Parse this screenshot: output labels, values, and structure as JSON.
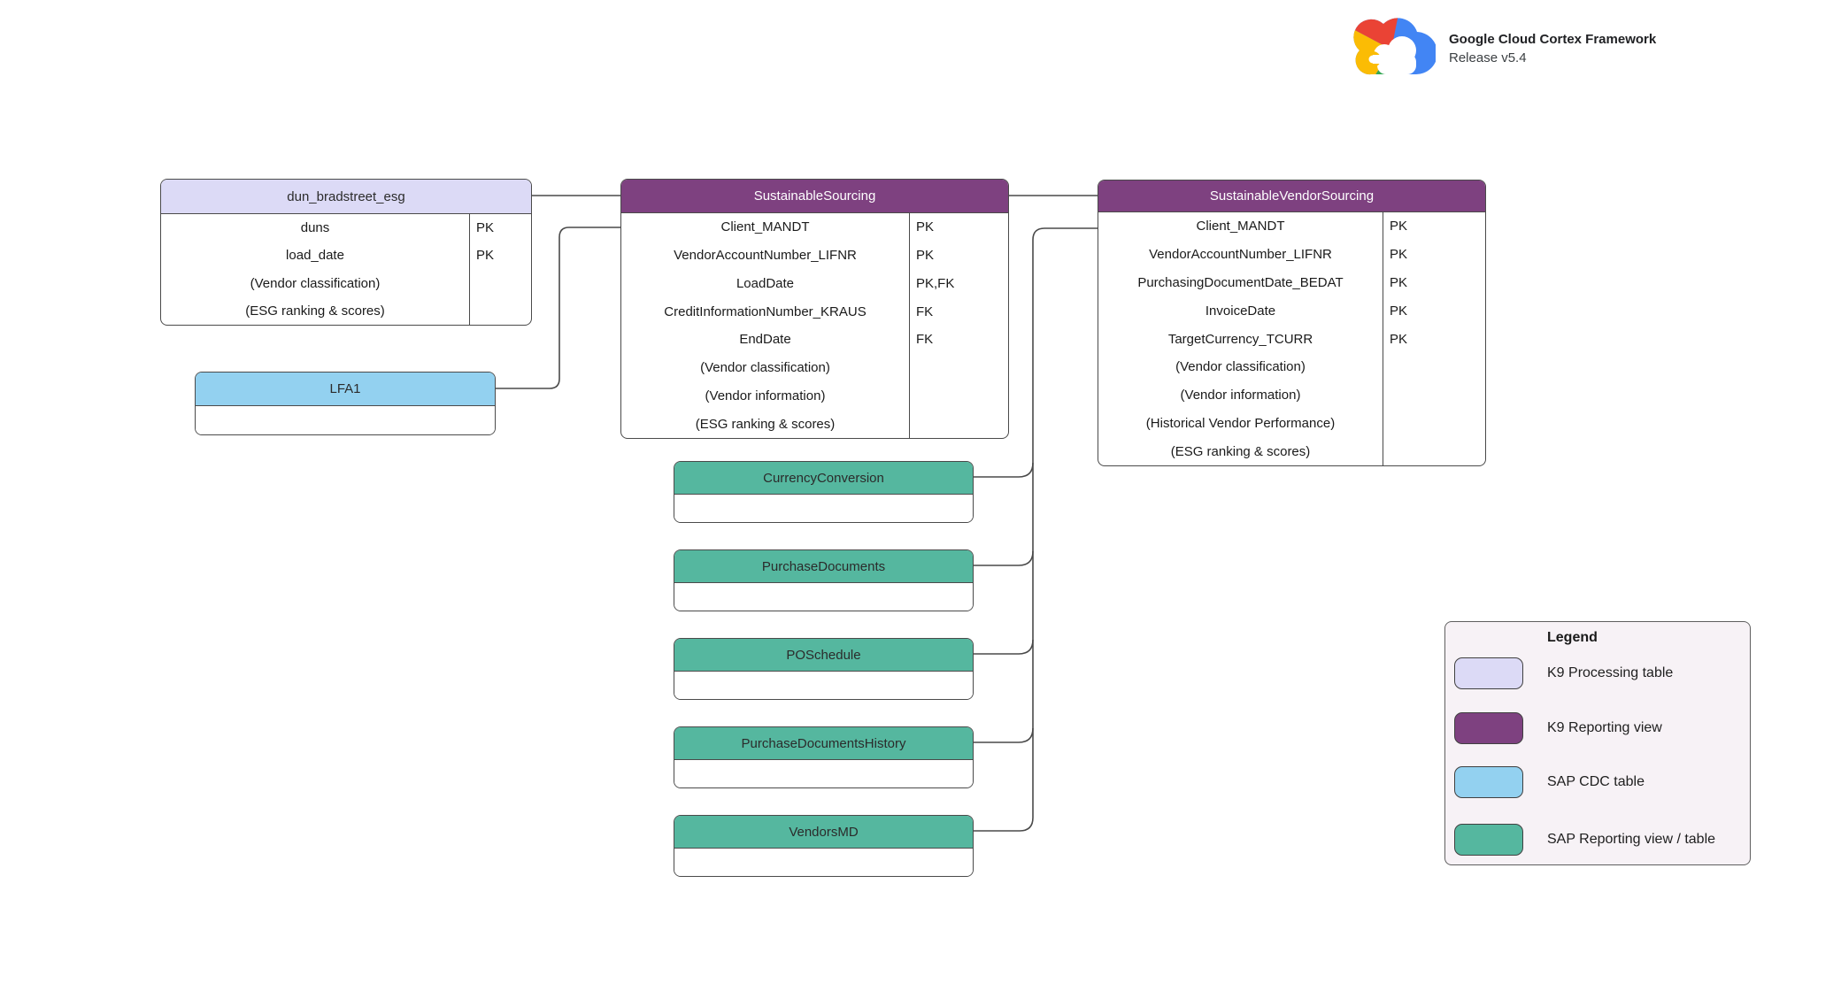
{
  "header": {
    "title": "Google Cloud Cortex Framework",
    "subtitle": "Release v5.4",
    "logo": "google-cloud-logo"
  },
  "colors": {
    "k9_processing_table": "#dcdaf6",
    "k9_reporting_view": "#7e4180",
    "sap_cdc_table": "#93d1f0",
    "sap_reporting_view_table": "#55b79f",
    "connector": "#4a4a4a",
    "legend_background": "#f7f2f6"
  },
  "tables": {
    "dun_bradstreet_esg": {
      "name": "dun_bradstreet_esg",
      "category": "K9 Processing table",
      "rows": [
        {
          "field": "duns",
          "key": "PK"
        },
        {
          "field": "load_date",
          "key": "PK"
        },
        {
          "field": "(Vendor classification)",
          "key": ""
        },
        {
          "field": "(ESG ranking & scores)",
          "key": ""
        }
      ]
    },
    "lfa1": {
      "name": "LFA1",
      "category": "SAP CDC table",
      "rows": []
    },
    "sustainable_sourcing": {
      "name": "SustainableSourcing",
      "category": "K9 Reporting view",
      "rows": [
        {
          "field": "Client_MANDT",
          "key": "PK"
        },
        {
          "field": "VendorAccountNumber_LIFNR",
          "key": "PK"
        },
        {
          "field": "LoadDate",
          "key": "PK,FK"
        },
        {
          "field": "CreditInformationNumber_KRAUS",
          "key": "FK"
        },
        {
          "field": "EndDate",
          "key": "FK"
        },
        {
          "field": "(Vendor classification)",
          "key": ""
        },
        {
          "field": "(Vendor information)",
          "key": ""
        },
        {
          "field": "(ESG ranking & scores)",
          "key": ""
        }
      ]
    },
    "sustainable_vendor_sourcing": {
      "name": "SustainableVendorSourcing",
      "category": "K9 Reporting view",
      "rows": [
        {
          "field": "Client_MANDT",
          "key": "PK"
        },
        {
          "field": "VendorAccountNumber_LIFNR",
          "key": "PK"
        },
        {
          "field": "PurchasingDocumentDate_BEDAT",
          "key": "PK"
        },
        {
          "field": "InvoiceDate",
          "key": "PK"
        },
        {
          "field": "TargetCurrency_TCURR",
          "key": "PK"
        },
        {
          "field": "(Vendor classification)",
          "key": ""
        },
        {
          "field": "(Vendor information)",
          "key": ""
        },
        {
          "field": "(Historical Vendor Performance)",
          "key": ""
        },
        {
          "field": "(ESG ranking & scores)",
          "key": ""
        }
      ]
    },
    "currency_conversion": {
      "name": "CurrencyConversion",
      "category": "SAP Reporting view / table",
      "rows": []
    },
    "purchase_documents": {
      "name": "PurchaseDocuments",
      "category": "SAP Reporting view / table",
      "rows": []
    },
    "po_schedule": {
      "name": "POSchedule",
      "category": "SAP Reporting view / table",
      "rows": []
    },
    "purchase_documents_history": {
      "name": "PurchaseDocumentsHistory",
      "category": "SAP Reporting view / table",
      "rows": []
    },
    "vendors_md": {
      "name": "VendorsMD",
      "category": "SAP Reporting view / table",
      "rows": []
    }
  },
  "connections": [
    {
      "from": "dun_bradstreet_esg",
      "to": "SustainableSourcing"
    },
    {
      "from": "LFA1",
      "to": "SustainableSourcing"
    },
    {
      "from": "SustainableSourcing",
      "to": "SustainableVendorSourcing"
    },
    {
      "from": "CurrencyConversion",
      "to": "SustainableVendorSourcing"
    },
    {
      "from": "PurchaseDocuments",
      "to": "SustainableVendorSourcing"
    },
    {
      "from": "POSchedule",
      "to": "SustainableVendorSourcing"
    },
    {
      "from": "PurchaseDocumentsHistory",
      "to": "SustainableVendorSourcing"
    },
    {
      "from": "VendorsMD",
      "to": "SustainableVendorSourcing"
    }
  ],
  "legend": {
    "title": "Legend",
    "items": [
      {
        "label": "K9 Processing table",
        "color": "#dcdaf6"
      },
      {
        "label": "K9 Reporting view",
        "color": "#7e4180"
      },
      {
        "label": "SAP CDC table",
        "color": "#93d1f0"
      },
      {
        "label": "SAP Reporting view / table",
        "color": "#55b79f"
      }
    ]
  }
}
